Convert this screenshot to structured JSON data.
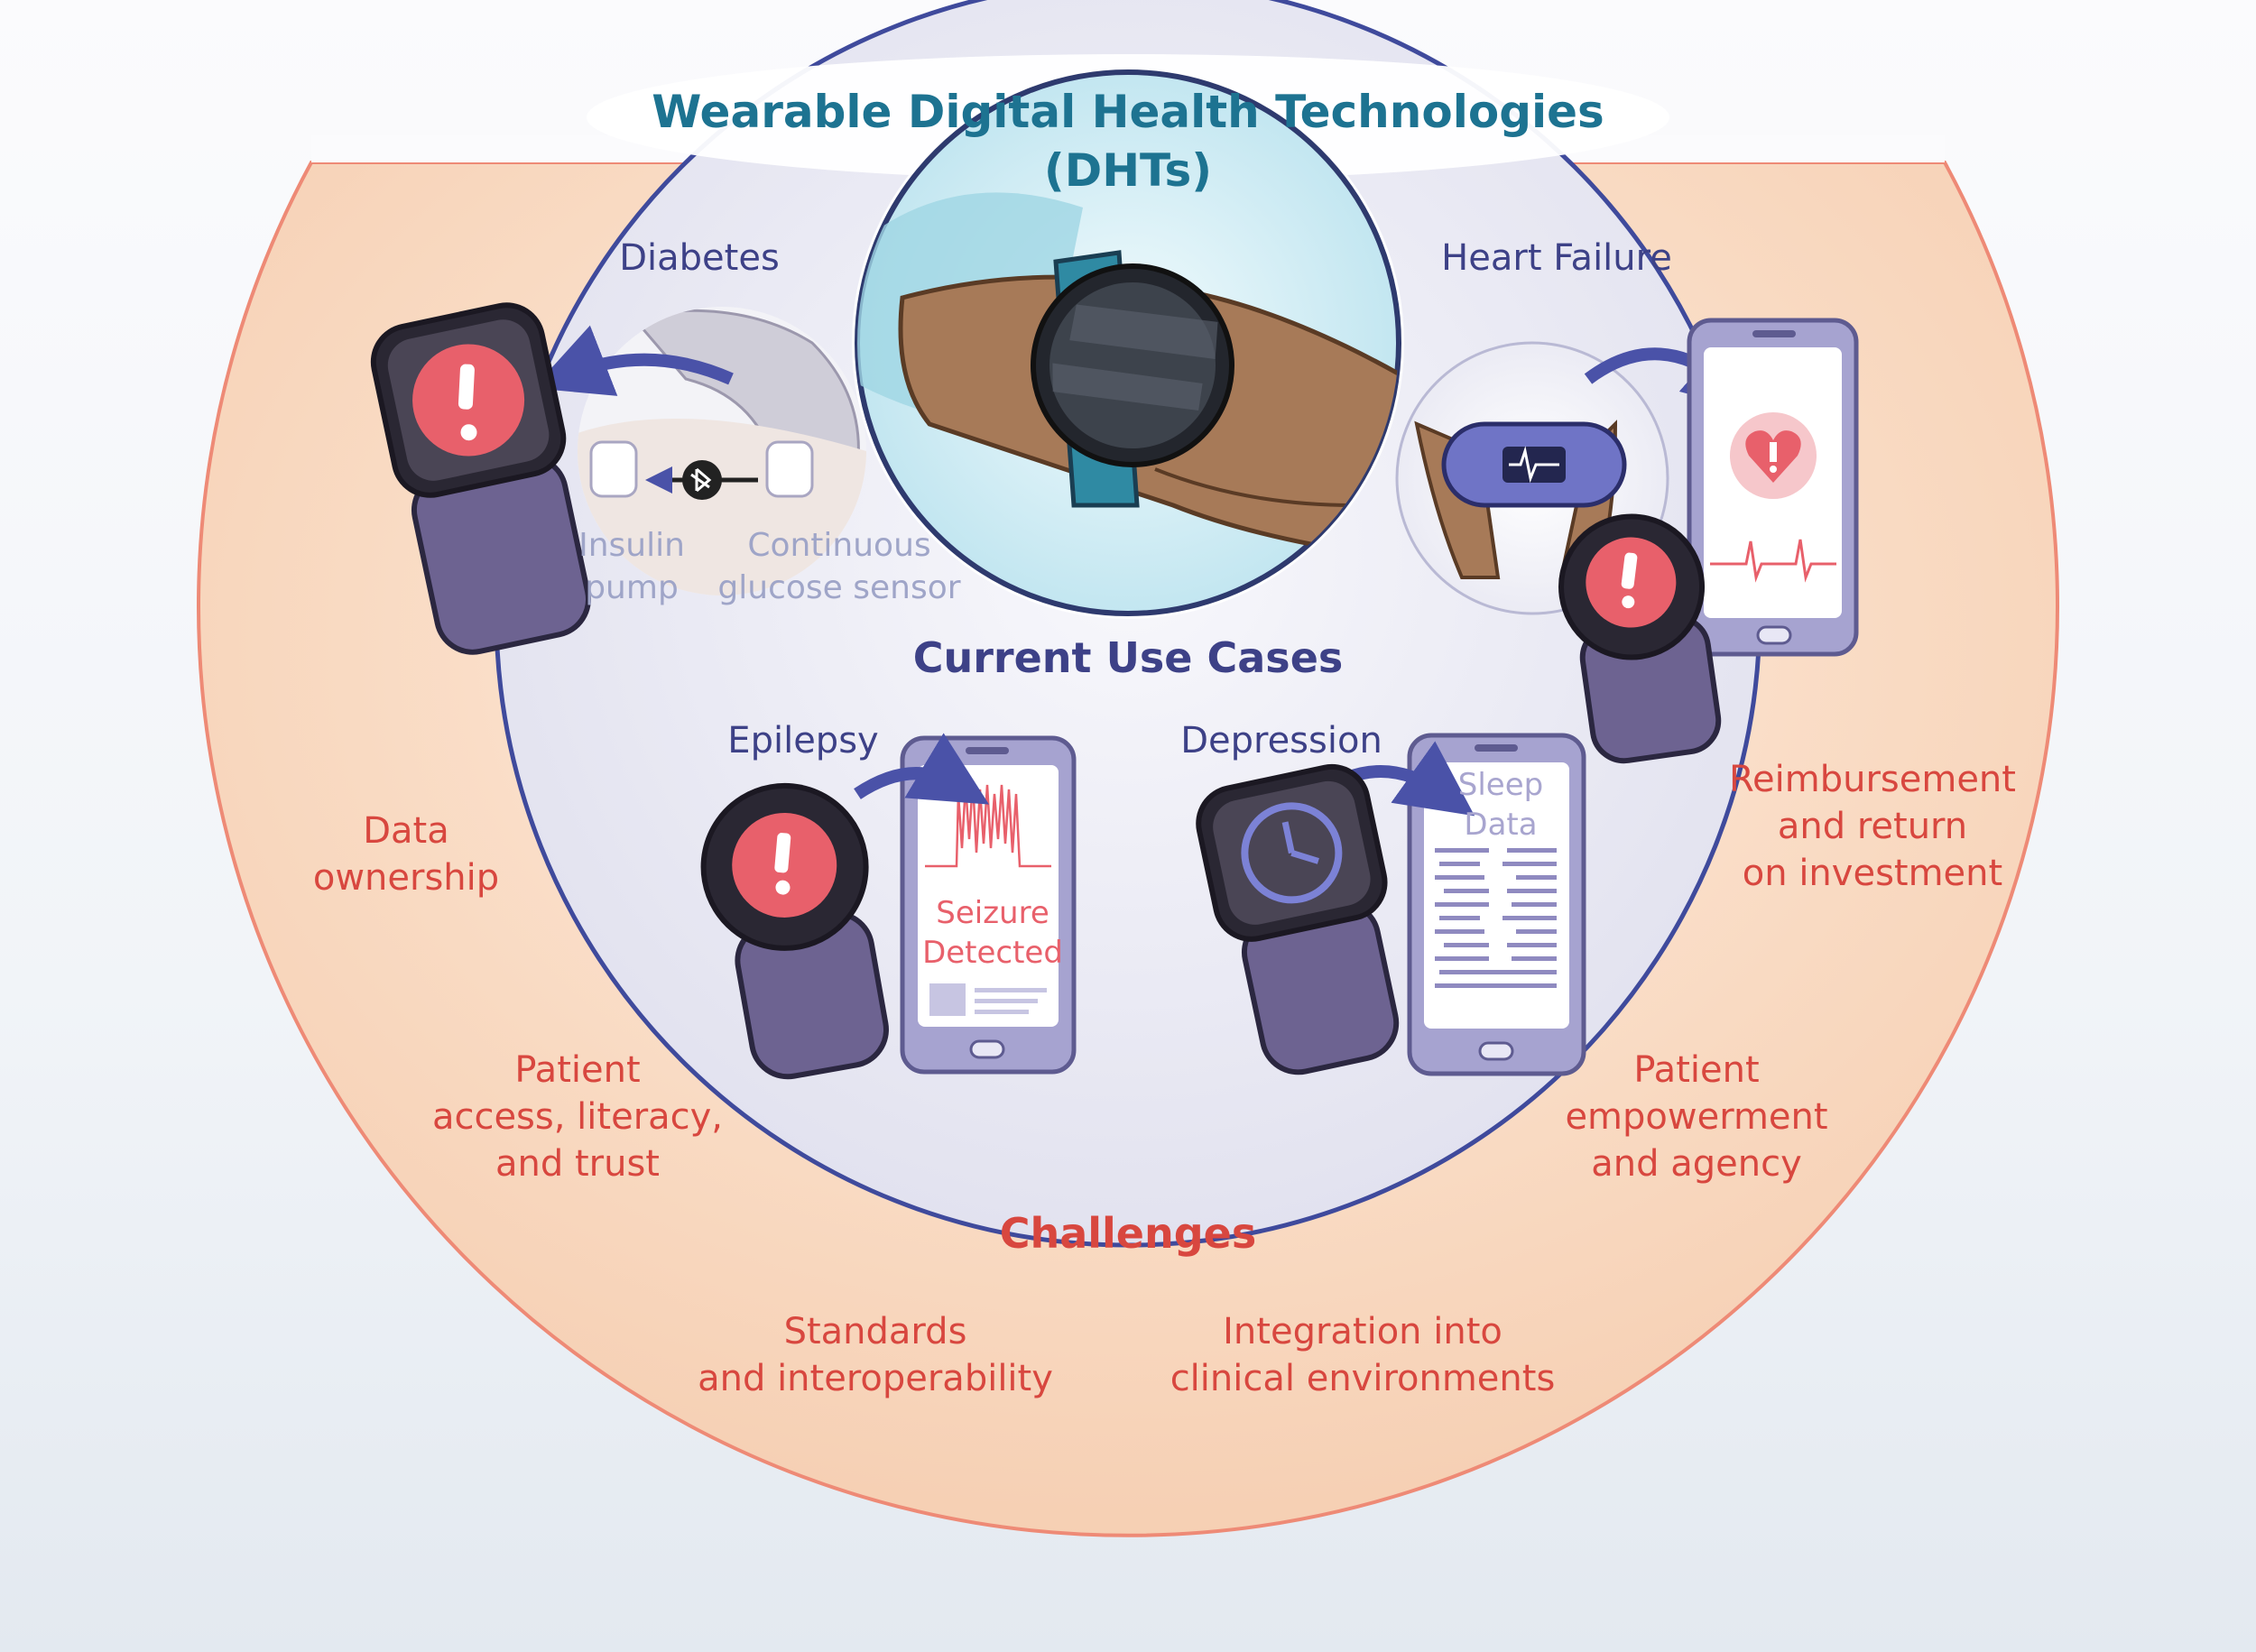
{
  "title": "Wearable Digital Health Technologies (DHTs)",
  "current_use_cases": {
    "heading": "Current Use Cases",
    "cases": [
      {
        "label": "Diabetes"
      },
      {
        "label": "Heart Failure"
      },
      {
        "label": "Epilepsy"
      },
      {
        "label": "Depression"
      }
    ],
    "diabetes_devices": {
      "pump": "Insulin\npump",
      "sensor": "Continuous\nglucose sensor"
    },
    "epilepsy_screen": "Seizure\nDetected",
    "depression_screen": "Sleep\nData"
  },
  "challenges": {
    "heading": "Challenges",
    "items": [
      "Data\nownership",
      "Patient\naccess, literacy,\nand trust",
      "Standards\nand interoperability",
      "Integration into\nclinical environments",
      "Patient\nempowerment\nand agency",
      "Reimbursement\nand return\non investment"
    ]
  },
  "colors": {
    "title": "#1d7391",
    "use_cases": "#3d4187",
    "challenges": "#d8473f",
    "outer_ring": "#f8d7bd",
    "inner_circle": "#e8e8f3",
    "alert": "#e8606b",
    "watch_band": "#6d6391"
  },
  "icons": [
    "watch-icon",
    "alert-icon",
    "phone-icon",
    "heart-icon",
    "ecg-monitor-icon",
    "bluetooth-icon",
    "clock-icon",
    "arrow-icon"
  ]
}
